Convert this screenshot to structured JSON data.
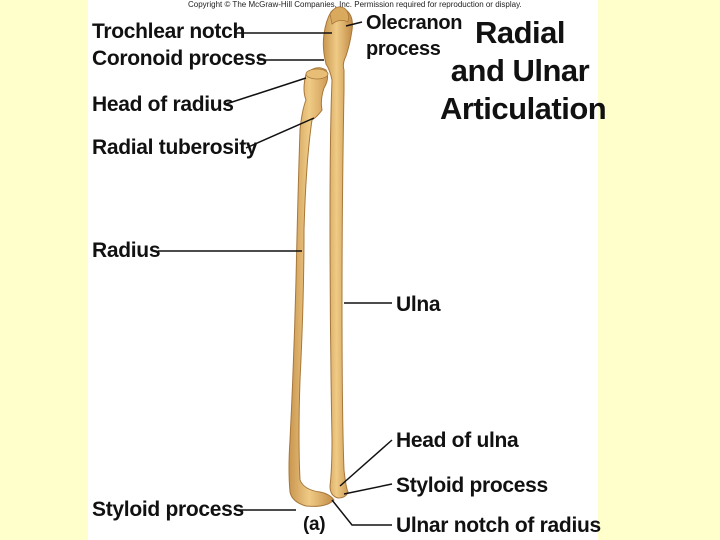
{
  "copyright": "Copyright © The McGraw-Hill Companies, Inc. Permission required for reproduction or display.",
  "title": [
    "Radial",
    "and Ulnar",
    "Articulation"
  ],
  "labels": {
    "trochlear_notch": "Trochlear notch",
    "coronoid_process": "Coronoid process",
    "head_of_radius": "Head of radius",
    "radial_tuberosity": "Radial tuberosity",
    "radius": "Radius",
    "styloid_process_left": "Styloid process",
    "olecranon_1": "Olecranon",
    "olecranon_2": "process",
    "ulna": "Ulna",
    "head_of_ulna": "Head of ulna",
    "styloid_process_right": "Styloid process",
    "ulnar_notch": "Ulnar notch of radius",
    "panel_letter": "(a)"
  },
  "colors": {
    "slide_background": "#FFFFCC",
    "panel_background": "#FFFFFF",
    "bone": "#E2B66C",
    "bone_shade": "#B8884A",
    "bone_highlight": "#F3D59A"
  }
}
